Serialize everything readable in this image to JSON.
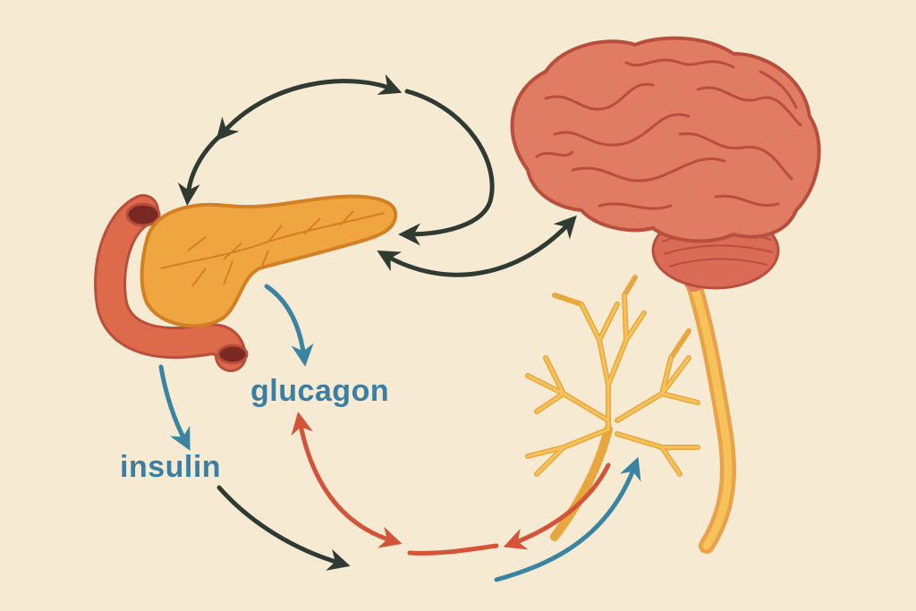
{
  "labels": {
    "glucagon": "glucagon",
    "insulin": "insulin"
  },
  "colors": {
    "background": "#f7ead3",
    "pancreas": "#f0a640",
    "duodenum": "#de6a4c",
    "brain": "#e07b64",
    "nerve": "#f2b640",
    "arrow_dark": "#2f3b32",
    "arrow_blue": "#3a83a3",
    "arrow_red": "#d2553a",
    "label_text": "#3a7fa3"
  },
  "icons": [
    "pancreas-illustration",
    "brain-illustration",
    "spinal-cord-illustration",
    "neuron-illustration"
  ]
}
